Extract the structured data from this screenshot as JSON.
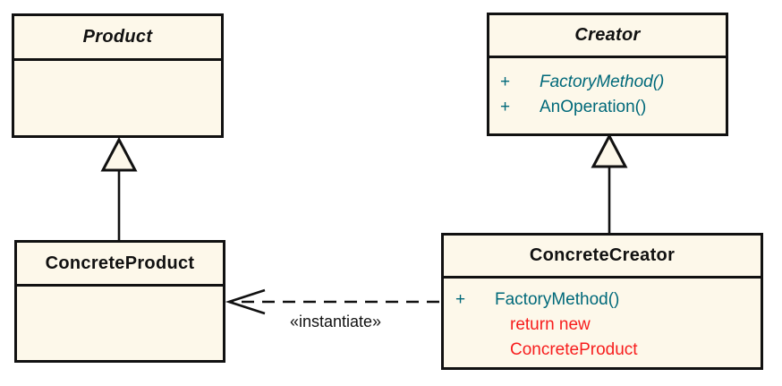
{
  "colors": {
    "box_fill": "#fdf8ea",
    "border": "#111111",
    "method_teal": "#00697a",
    "note_red": "#f71d1d",
    "label_black": "#111111"
  },
  "classes": {
    "product": {
      "name": "Product"
    },
    "creator": {
      "name": "Creator",
      "members": [
        {
          "visibility": "+",
          "text": "FactoryMethod()"
        },
        {
          "visibility": "+",
          "text": "AnOperation()"
        }
      ]
    },
    "concrete_product": {
      "name": "ConcreteProduct"
    },
    "concrete_creator": {
      "name": "ConcreteCreator",
      "members": [
        {
          "visibility": "+",
          "text": "FactoryMethod()"
        }
      ],
      "note_lines": [
        "return new",
        "ConcreteProduct"
      ]
    }
  },
  "relations": {
    "instantiate_label": "«instantiate»"
  }
}
